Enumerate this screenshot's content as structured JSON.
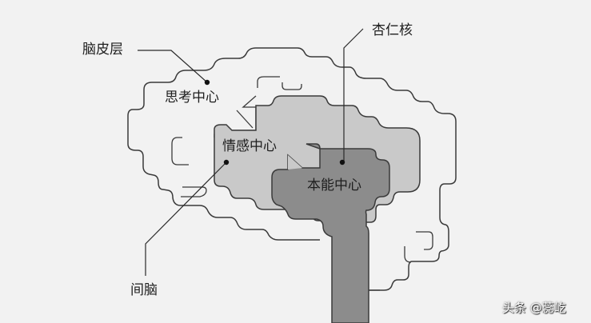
{
  "diagram": {
    "labels": {
      "cortex": "脑皮层",
      "thinking_center": "思考中心",
      "amygdala": "杏仁核",
      "emotion_center": "情感中心",
      "instinct_center": "本能中心",
      "diencephalon": "间脑"
    },
    "colors": {
      "background": "#f2f2f2",
      "cortex_fill": "#f2f2f2",
      "emotion_fill": "#c9c9c9",
      "instinct_fill": "#8c8c8c",
      "stroke": "#3a3a3a"
    }
  },
  "watermark": "头条 @蕊屹"
}
